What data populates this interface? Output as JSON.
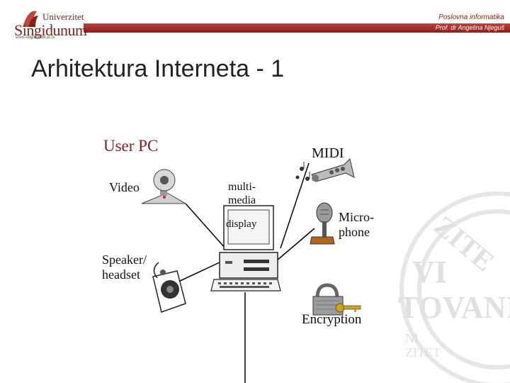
{
  "header": {
    "logo_top": "Univerzitet",
    "logo_main": "Singidunum",
    "logo_url": "www.singidunum.ac.rs",
    "course_title": "Poslovna informatika",
    "course_author": "Prof. dr Angelina Njeguš"
  },
  "slide": {
    "title": "Arhitektura Interneta - 1"
  },
  "diagram": {
    "user_pc": "User PC",
    "midi": "MIDI",
    "video": "Video",
    "multimedia_line1": "multi-",
    "multimedia_line2": "media",
    "display": "display",
    "microphone_line1": "Micro-",
    "microphone_line2": "phone",
    "speaker_line1": "Speaker/",
    "speaker_line2": "headset",
    "encryption": "Encryption"
  },
  "colors": {
    "brand": "#8c1d1a",
    "title_text": "#222222"
  }
}
